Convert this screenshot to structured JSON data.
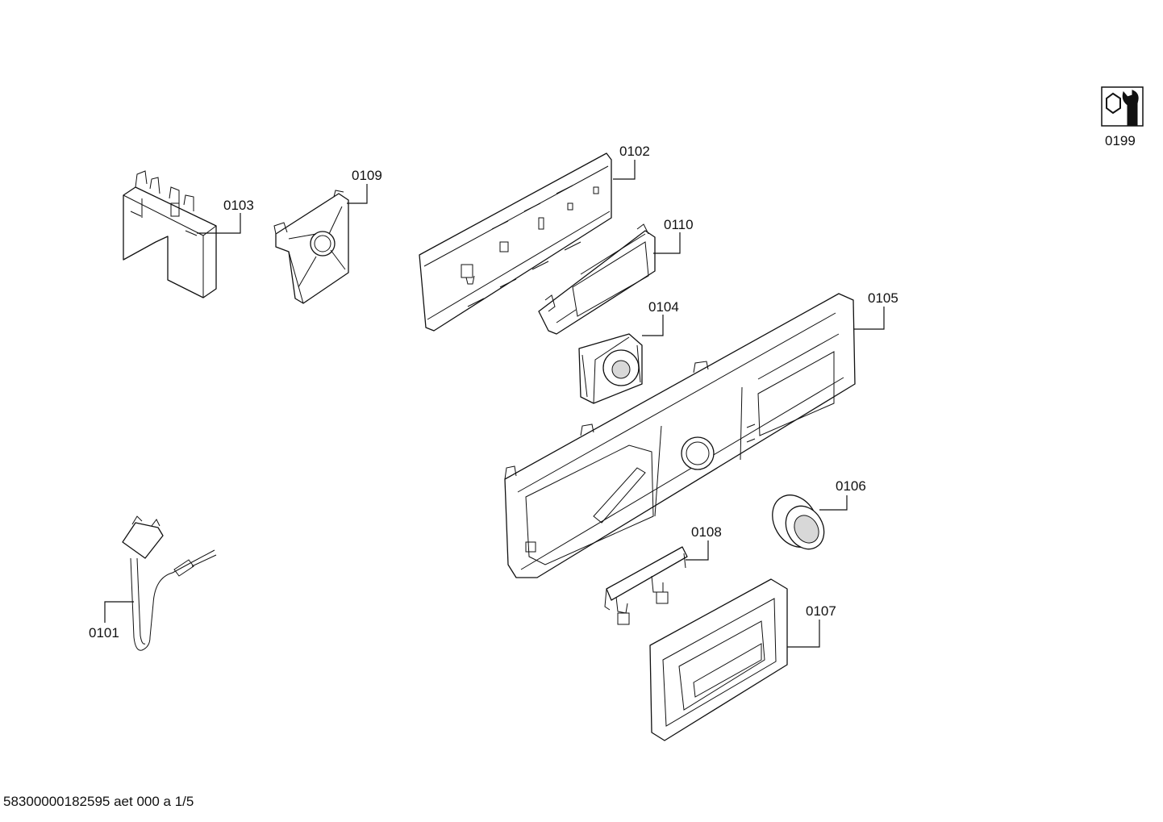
{
  "parts": [
    {
      "id": "p0101",
      "number": "0101"
    },
    {
      "id": "p0102",
      "number": "0102"
    },
    {
      "id": "p0103",
      "number": "0103"
    },
    {
      "id": "p0104",
      "number": "0104"
    },
    {
      "id": "p0105",
      "number": "0105"
    },
    {
      "id": "p0106",
      "number": "0106"
    },
    {
      "id": "p0107",
      "number": "0107"
    },
    {
      "id": "p0108",
      "number": "0108"
    },
    {
      "id": "p0109",
      "number": "0109"
    },
    {
      "id": "p0110",
      "number": "0110"
    },
    {
      "id": "p0199",
      "number": "0199",
      "icon": "service-tool-icon"
    }
  ],
  "footer": "58300000182595 aet 000 a 1/5"
}
